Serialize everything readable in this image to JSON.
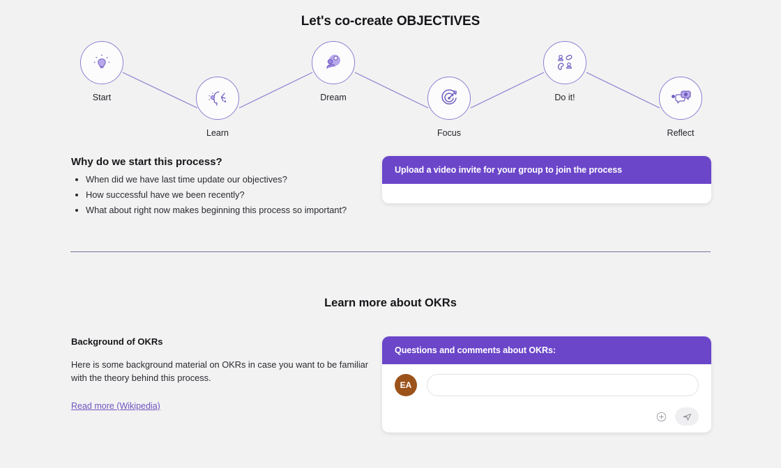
{
  "page": {
    "title": "Let's co-create OBJECTIVES",
    "background_color": "#f2f2f2",
    "accent_color": "#6b46c9"
  },
  "journey": {
    "steps": [
      {
        "label": "Start",
        "icon": "lightbulb-idea-icon"
      },
      {
        "label": "Learn",
        "icon": "head-profile-learning-icon"
      },
      {
        "label": "Dream",
        "icon": "person-dreaming-icon"
      },
      {
        "label": "Focus",
        "icon": "target-arrow-icon"
      },
      {
        "label": "Do it!",
        "icon": "team-tasks-icon"
      },
      {
        "label": "Reflect",
        "icon": "chat-reflection-icon"
      }
    ]
  },
  "why_section": {
    "heading": "Why do we start this process?",
    "questions": [
      "When did we have last time update our objectives?",
      "How successful have we been recently?",
      "What about right now makes beginning this process so important?"
    ]
  },
  "upload_panel": {
    "header": "Upload a video invite for your group to join the process"
  },
  "learn_section": {
    "title": "Learn more about OKRs",
    "background_heading": "Background of OKRs",
    "background_text": "Here is some background material on OKRs in case you want to be familiar with the theory behind this process.",
    "link_label": "Read more (Wikipedia)"
  },
  "comments_panel": {
    "header": "Questions and comments about OKRs:",
    "avatar_initials": "EA",
    "avatar_color": "#9c531b",
    "input_value": "",
    "input_placeholder": "",
    "attach_icon": "plus-circle-icon",
    "send_icon": "send-paper-plane-icon"
  }
}
